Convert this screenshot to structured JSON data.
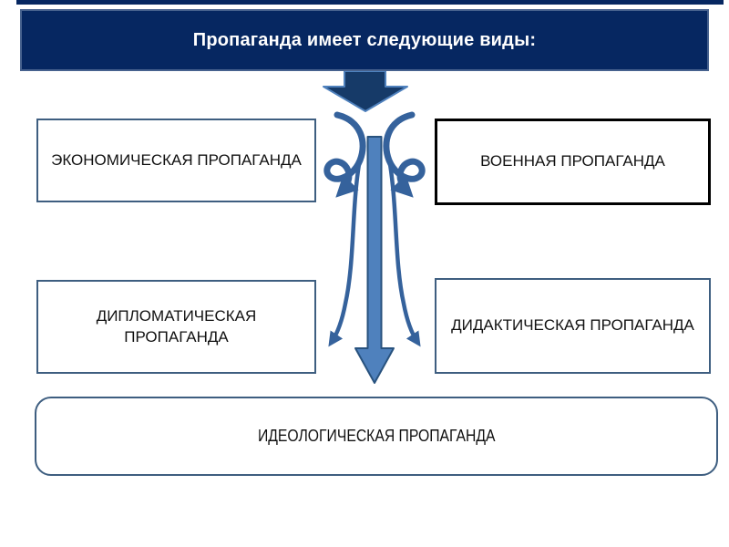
{
  "slide": {
    "title": "Пропаганда имеет следующие виды:",
    "boxes": {
      "economic": "ЭКОНОМИЧЕСКАЯ ПРОПАГАНДА",
      "military": "ВОЕННАЯ ПРОПАГАНДА",
      "diplomatic": "ДИПЛОМАТИЧЕСКАЯ ПРОПАГАНДА",
      "didactic": "ДИДАКТИЧЕСКАЯ ПРОПАГАНДА",
      "ideological": "ИДЕОЛОГИЧЕСКАЯ ПРОПАГАНДА"
    },
    "icons": {
      "down_arrow": "block-down-arrow",
      "long_arrow": "long-down-arrow",
      "left_swirl": "swirl-arrow-left",
      "right_swirl": "swirl-arrow-right"
    }
  },
  "colors": {
    "navy": "#062761",
    "header-border": "#47628e",
    "box-border": "#3e5e80",
    "arrow-fill": "#163a68",
    "arrow-edge": "#4f81bd",
    "bar-fill": "#4f81bd",
    "bar-edge": "#28527e",
    "swirl": "#35629c"
  }
}
